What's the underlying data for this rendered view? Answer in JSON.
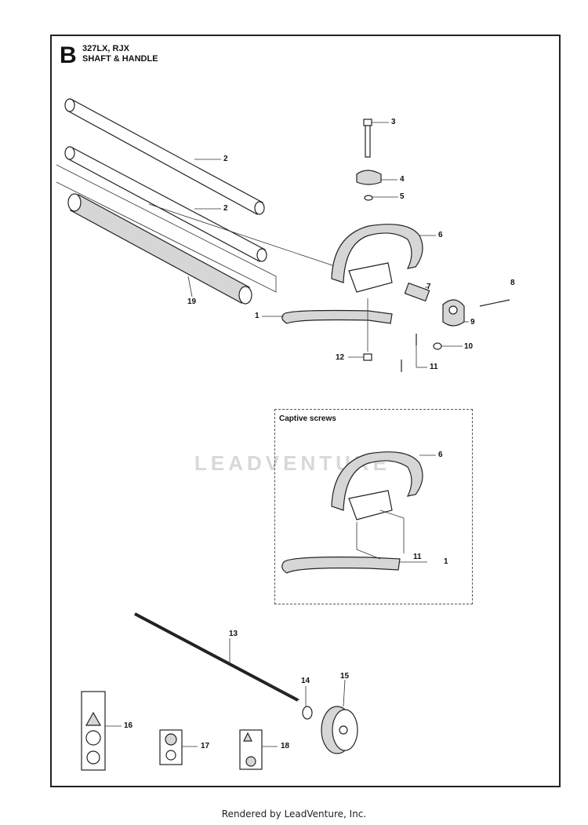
{
  "header": {
    "section_letter": "B",
    "model": "327LX, RJX",
    "title": "SHAFT & HANDLE"
  },
  "inset": {
    "label": "Captive screws"
  },
  "callouts": {
    "c1": "1",
    "c2a": "2",
    "c2b": "2",
    "c3": "3",
    "c4": "4",
    "c5": "5",
    "c6": "6",
    "c7": "7",
    "c8": "8",
    "c9": "9",
    "c10": "10",
    "c11": "11",
    "c12": "12",
    "c13": "13",
    "c14": "14",
    "c15": "15",
    "c16": "16",
    "c17": "17",
    "c18": "18",
    "c19": "19",
    "i6": "6",
    "i11": "11",
    "i1": "1"
  },
  "watermark": "LEADVENTURE",
  "footer": "Rendered by LeadVenture, Inc."
}
